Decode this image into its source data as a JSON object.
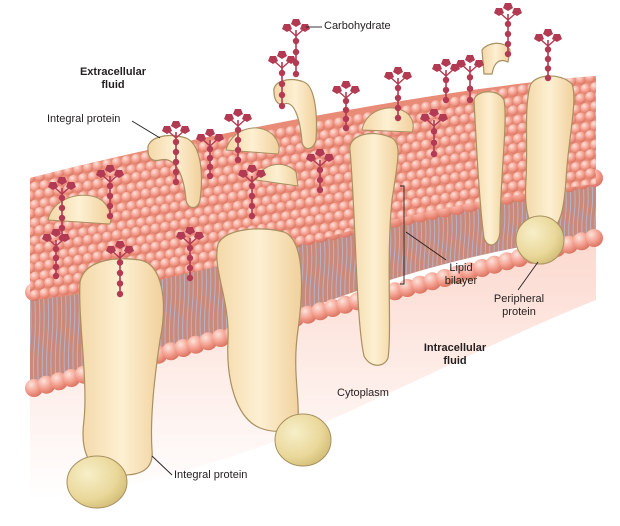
{
  "labels": {
    "extracellular_line1": "Extracellular",
    "extracellular_line2": "fluid",
    "integral_protein_top": "Integral protein",
    "carbohydrate": "Carbohydrate",
    "lipid_line1": "Lipid",
    "lipid_line2": "bilayer",
    "peripheral_line1": "Peripheral",
    "peripheral_line2": "protein",
    "intracellular_line1": "Intracellular",
    "intracellular_line2": "fluid",
    "cytoplasm": "Cytoplasm",
    "integral_protein_bottom": "Integral protein"
  },
  "colors": {
    "lipid_head": "#f4a090",
    "lipid_head_highlight": "#fde3db",
    "lipid_head_shadow": "#d9705e",
    "lipid_tail": "#b8b2c8",
    "bilayer_inner": "#c98a7c",
    "protein_fill": "#fbe6bf",
    "protein_stroke": "#a89060",
    "peripheral_fill": "#ead89a",
    "carbohydrate": "#b23a52",
    "intracellular_glow": "#fcd9cf",
    "label_text": "#231f20",
    "leader_line": "#231f20"
  }
}
